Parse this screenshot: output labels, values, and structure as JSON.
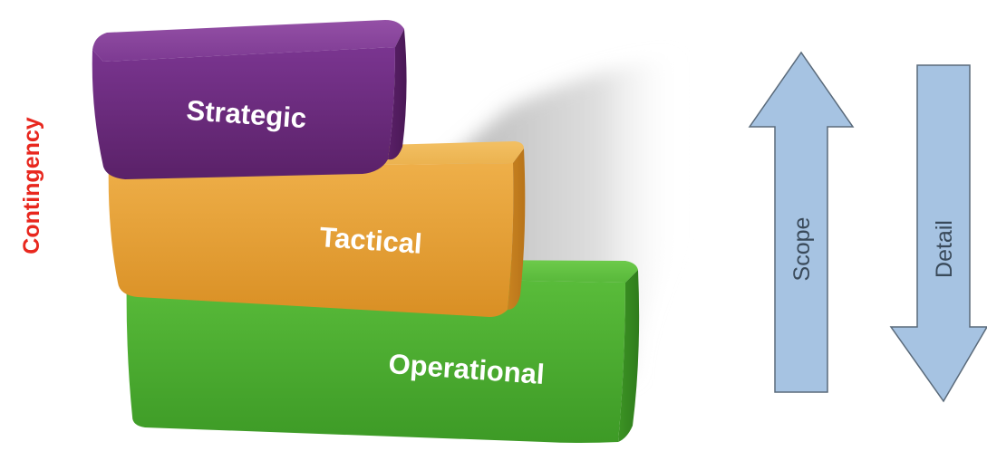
{
  "side_label": "Contingency",
  "blocks": {
    "strategic": {
      "label": "Strategic",
      "color": "#6a2a7e"
    },
    "tactical": {
      "label": "Tactical",
      "color": "#e6a43a"
    },
    "operational": {
      "label": "Operational",
      "color": "#4cab32"
    }
  },
  "arrows": {
    "scope": {
      "label": "Scope",
      "direction": "up",
      "color": "#a6c3e2"
    },
    "detail": {
      "label": "Detail",
      "direction": "down",
      "color": "#a6c3e2"
    }
  }
}
